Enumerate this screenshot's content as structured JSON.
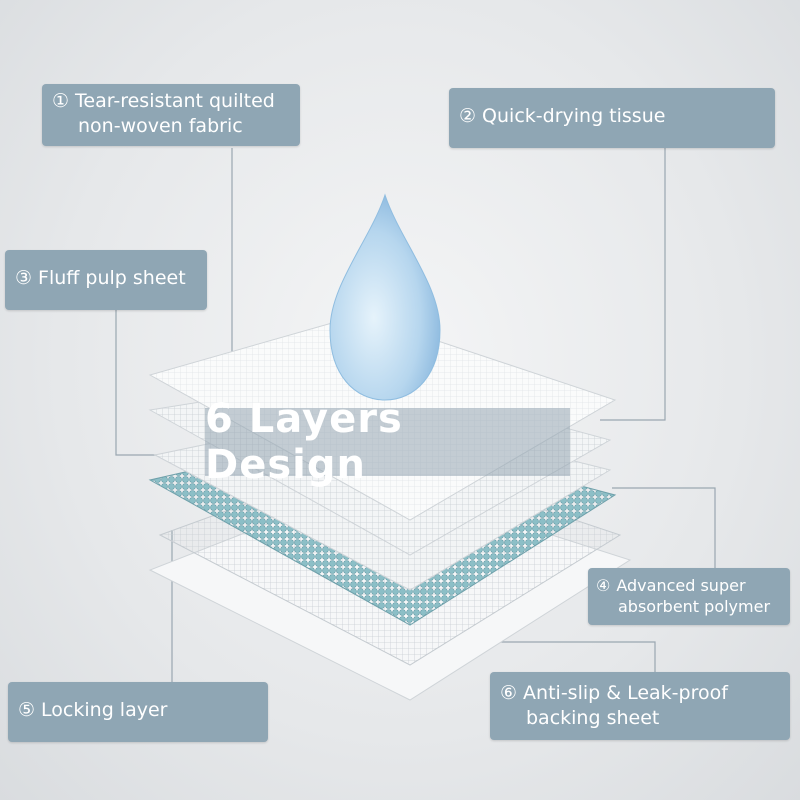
{
  "title": "6 Layers Design",
  "layers": [
    {
      "num": "①",
      "line1": "Tear-resistant quilted",
      "line2": "non-woven fabric"
    },
    {
      "num": "②",
      "line1": "Quick-drying tissue",
      "line2": ""
    },
    {
      "num": "③",
      "line1": "Fluff pulp sheet",
      "line2": ""
    },
    {
      "num": "④",
      "line1": "Advanced super",
      "line2": "absorbent polymer"
    },
    {
      "num": "⑤",
      "line1": "Locking layer",
      "line2": ""
    },
    {
      "num": "⑥",
      "line1": "Anti-slip & Leak-proof",
      "line2": "backing sheet"
    }
  ],
  "colors": {
    "label_bg": "#8fa6b4",
    "drop": "#a9cde9",
    "beads": "#7fb3bd"
  }
}
